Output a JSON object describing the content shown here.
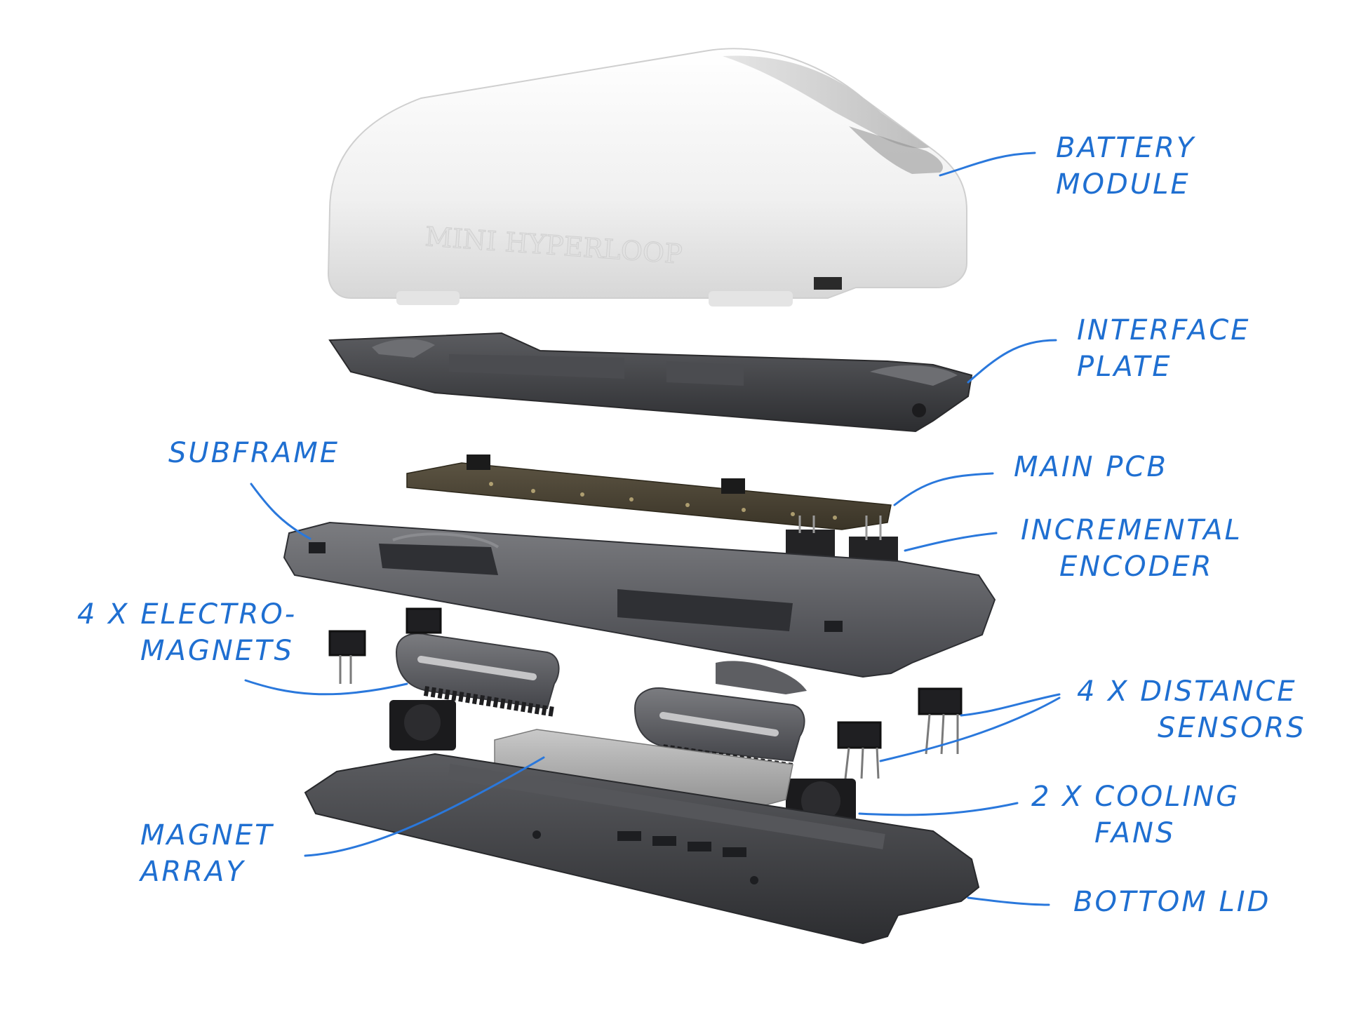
{
  "product_emboss": "MINI HYPERLOOP",
  "colors": {
    "annotation": "#1f6fd1",
    "shell": "#f4f4f4",
    "dark_part": "#3d3e41",
    "mid_part": "#58595c",
    "pcb": "#4a4332"
  },
  "labels": {
    "battery_module": [
      "BATTERY",
      "MODULE"
    ],
    "interface_plate": [
      "INTERFACE",
      "PLATE"
    ],
    "subframe": [
      "SUBFRAME"
    ],
    "main_pcb": [
      "MAIN PCB"
    ],
    "incremental_encoder": [
      "INCREMENTAL",
      "ENCODER"
    ],
    "electromagnets": [
      "4 x ELECTRO-",
      "MAGNETS"
    ],
    "distance_sensors": [
      "4 x  DISTANCE",
      "SENSORS"
    ],
    "cooling_fans": [
      "2 x  COOLING",
      "FANS"
    ],
    "magnet_array": [
      "MAGNET",
      "ARRAY"
    ],
    "bottom_lid": [
      "BOTTOM  LID"
    ]
  }
}
